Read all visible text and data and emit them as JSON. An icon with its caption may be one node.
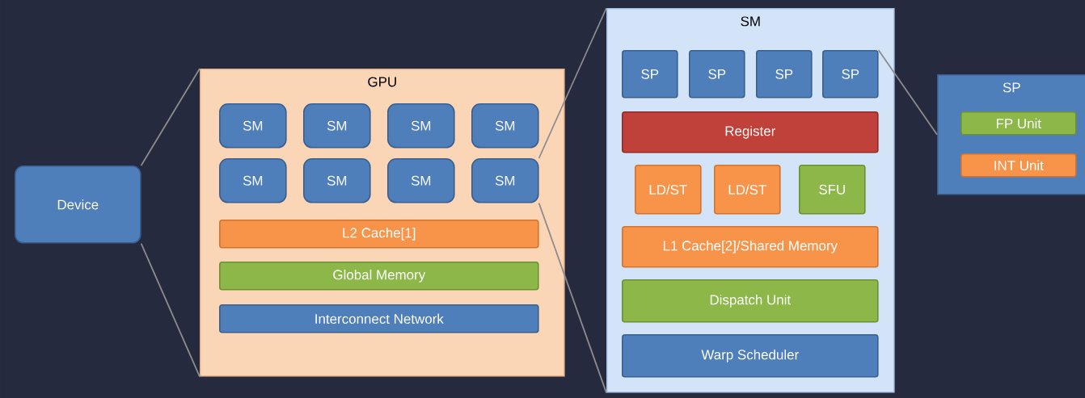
{
  "diagram": {
    "nodes": [
      {
        "text": [
          "Device"
        ]
      },
      {
        "text": [
          "GPU"
        ]
      },
      {
        "text": [
          "SM"
        ],
        "in": 1
      },
      {
        "text": [
          "SM"
        ],
        "in": 1
      },
      {
        "text": [
          "SM"
        ],
        "in": 1
      },
      {
        "text": [
          "SM"
        ],
        "in": 1
      },
      {
        "text": [
          "SM"
        ],
        "in": 1
      },
      {
        "text": [
          "SM"
        ],
        "in": 1
      },
      {
        "text": [
          "SM"
        ],
        "in": 1
      },
      {
        "text": [
          "SM"
        ],
        "in": 1
      },
      {
        "text": [
          "L2 Cache[1]"
        ],
        "in": 1
      },
      {
        "text": [
          "Global Memory"
        ],
        "in": 1
      },
      {
        "text": [
          "Interconnect Network"
        ],
        "in": 1
      },
      {
        "text": [
          "SM"
        ]
      },
      {
        "text": [
          "SP"
        ],
        "in": 13
      },
      {
        "text": [
          "SP"
        ],
        "in": 13
      },
      {
        "text": [
          "SP"
        ],
        "in": 13
      },
      {
        "text": [
          "SP"
        ],
        "in": 13
      },
      {
        "text": [
          "Register"
        ],
        "in": 13
      },
      {
        "text": [
          "LD/ST"
        ],
        "in": 13
      },
      {
        "text": [
          "LD/ST"
        ],
        "in": 13
      },
      {
        "text": [
          "SFU"
        ],
        "in": 13
      },
      {
        "text": [
          "L1 Cache[2]/Shared Memory"
        ],
        "in": 13
      },
      {
        "text": [
          "Dispatch Unit"
        ],
        "in": 13
      },
      {
        "text": [
          "Warp Scheduler"
        ],
        "in": 13
      },
      {
        "text": [
          "SP"
        ]
      },
      {
        "text": [
          "FP Unit"
        ],
        "in": 25
      },
      {
        "text": [
          "INT Unit"
        ],
        "in": 25
      }
    ],
    "edges": [
      {
        "from": 0,
        "to": 1,
        "arrow": "none"
      },
      {
        "from": 0,
        "to": 1,
        "arrow": "none"
      },
      {
        "from": 9,
        "to": 13,
        "arrow": "none"
      },
      {
        "from": 9,
        "to": 13,
        "arrow": "none"
      },
      {
        "from": 17,
        "to": 25,
        "arrow": "none"
      }
    ]
  }
}
